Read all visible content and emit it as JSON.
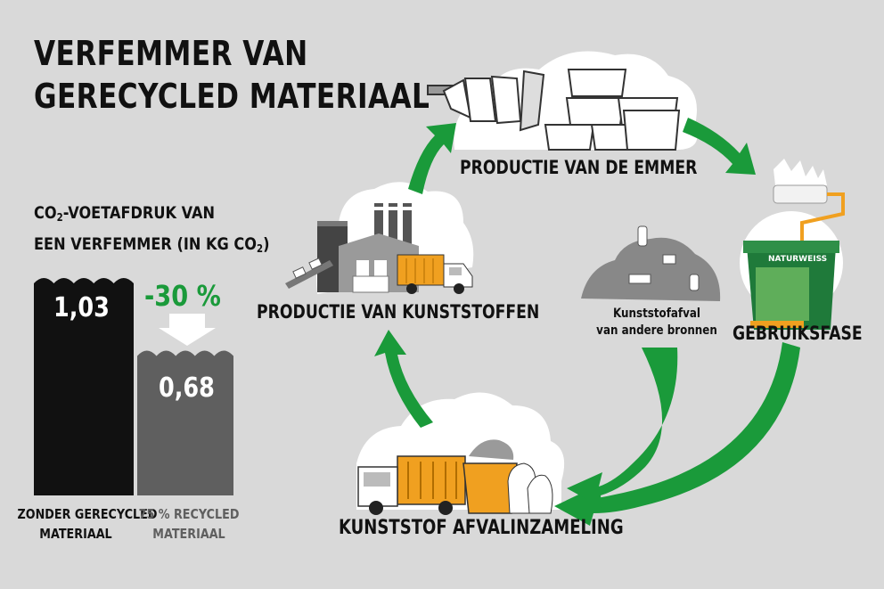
{
  "title_line1": "VERFEMMER VAN",
  "title_line2": "GERECYCLED MATERIAAL",
  "footprint": {
    "line1_pre": "CO",
    "line1_sub": "2",
    "line1_post": "-VOETAFDRUK VAN",
    "line2_pre": "EEN VERFEMMER (IN KG CO",
    "line2_sub": "2",
    "line2_post": ")"
  },
  "bars": [
    {
      "value": "1,03",
      "label_line1": "ZONDER GERECYCLED",
      "label_line2": "MATERIAAL",
      "color": "#111111"
    },
    {
      "value": "0,68",
      "label_line1": "75 % RECYCLED",
      "label_line2": "MATERIAAL",
      "color": "#5f5f5f"
    }
  ],
  "reduction": "-30 %",
  "cycle": {
    "production_bucket": "PRODUCTIE VAN DE EMMER",
    "usage": "GEBRUIKSFASE",
    "collection": "KUNSTSTOF AFVALINZAMELING",
    "production_plastics": "PRODUCTIE VAN KUNSTSTOFFEN",
    "other_waste_line1": "Kunststofafval",
    "other_waste_line2": "van andere bronnen"
  },
  "product_brand": "NATURWEISS",
  "colors": {
    "background": "#d9d9d9",
    "arrow_green": "#1a9a3a",
    "orange": "#f0a020",
    "dark": "#111111",
    "grey_bar": "#5f5f5f"
  }
}
